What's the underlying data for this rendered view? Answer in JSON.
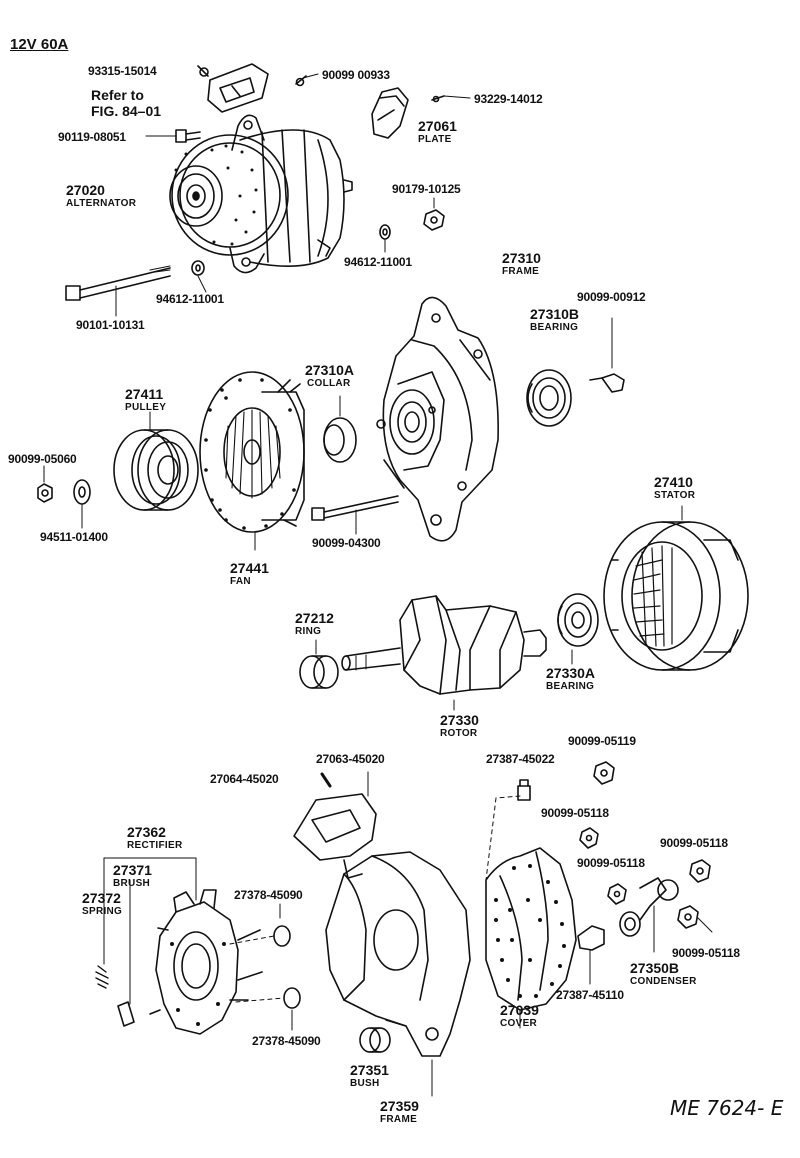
{
  "header": {
    "spec": "12V  60A"
  },
  "refs": {
    "line1": "Refer to",
    "line2": "FIG. 84–01"
  },
  "figure_code": "ME 7624- E",
  "parts": {
    "p93315": "93315-15014",
    "p9009900933": "90099 00933",
    "p93229": "93229-14012",
    "p90119": "90119-08051",
    "p27061": "27061",
    "n27061": "PLATE",
    "p27020": "27020",
    "n27020": "ALTERNATOR",
    "p90179": "90179-10125",
    "p94612a": "94612-11001",
    "p27310": "27310",
    "n27310": "FRAME",
    "p94612b": "94612-11001",
    "p90101": "90101-10131",
    "p9009900912": "90099-00912",
    "p27310B": "27310B",
    "n27310B": "BEARING",
    "p27310A": "27310A",
    "n27310A": "COLLAR",
    "p27411": "27411",
    "n27411": "PULLEY",
    "p9009905060": "90099-05060",
    "p94511": "94511-01400",
    "p9009904300": "90099-04300",
    "p27441": "27441",
    "n27441": "FAN",
    "p27410": "27410",
    "n27410": "STATOR",
    "p27212": "27212",
    "n27212": "RING",
    "p27330A": "27330A",
    "n27330A": "BEARING",
    "p27330": "27330",
    "n27330": "ROTOR",
    "p27063": "27063-45020",
    "p27064": "27064-45020",
    "p27387a": "27387-45022",
    "p9009905119": "90099-05119",
    "p27362": "27362",
    "n27362": "RECTIFIER",
    "p9009905118a": "90099-05118",
    "p27371": "27371",
    "n27371": "BRUSH",
    "p27372": "27372",
    "n27372": "SPRING",
    "p27378a": "27378-45090",
    "p9009905118b": "90099-05118",
    "p9009905118c": "90099-05118",
    "p9009905118d": "90099-05118",
    "p27350B": "27350B",
    "n27350B": "CONDENSER",
    "p27387b": "27387-45110",
    "p27039": "27039",
    "n27039": "COVER",
    "p27378b": "27378-45090",
    "p27351": "27351",
    "n27351": "BUSH",
    "p27359": "27359",
    "n27359": "FRAME"
  }
}
